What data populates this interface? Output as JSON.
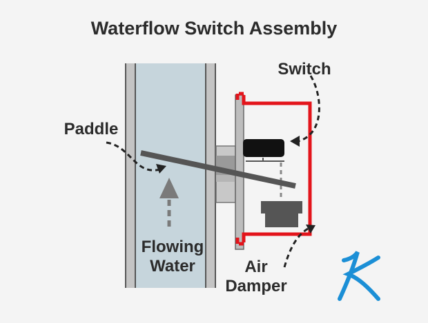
{
  "title": "Waterflow Switch Assembly",
  "labels": {
    "switch": "Switch",
    "paddle": "Paddle",
    "flowing_line1": "Flowing",
    "flowing_line2": "Water",
    "air_line1": "Air",
    "damper_line2": "Damper"
  },
  "logo": {
    "letter": "K"
  },
  "colors": {
    "background": "#f4f4f4",
    "pipe_water": "#c6d5dc",
    "pipe_wall": "#c4c4c4",
    "housing_outline": "#e3141b",
    "switch_body": "#111111",
    "damper": "#555555",
    "leader_line": "#222222",
    "flow_arrow": "#7a7a7a",
    "logo": "#1b8fd6"
  }
}
